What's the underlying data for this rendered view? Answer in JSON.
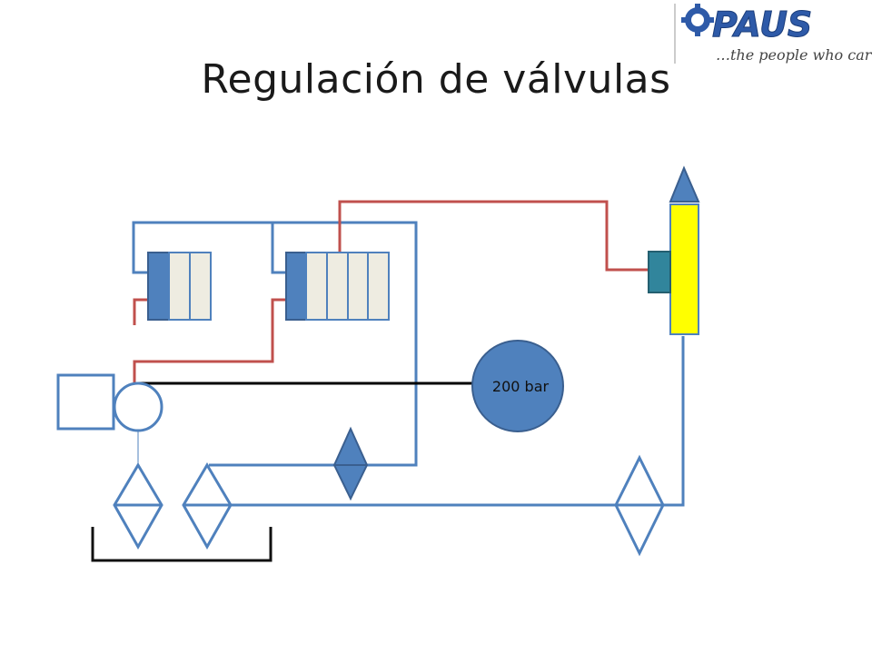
{
  "slide": {
    "title": "Regulación de válvulas"
  },
  "logo": {
    "brand": "PAUS",
    "tagline": "…the people who care"
  },
  "diagram": {
    "gauge_label": "200 bar"
  },
  "colors": {
    "pipe_blue": "#4f81bd",
    "pipe_red": "#c0504d",
    "valve_fill": "#4f81bd",
    "valve_section_fill": "#eeece1",
    "accumulator_fill": "#ffff00",
    "cap_fill": "#31859c",
    "logo_blue": "#2e5aa8"
  }
}
